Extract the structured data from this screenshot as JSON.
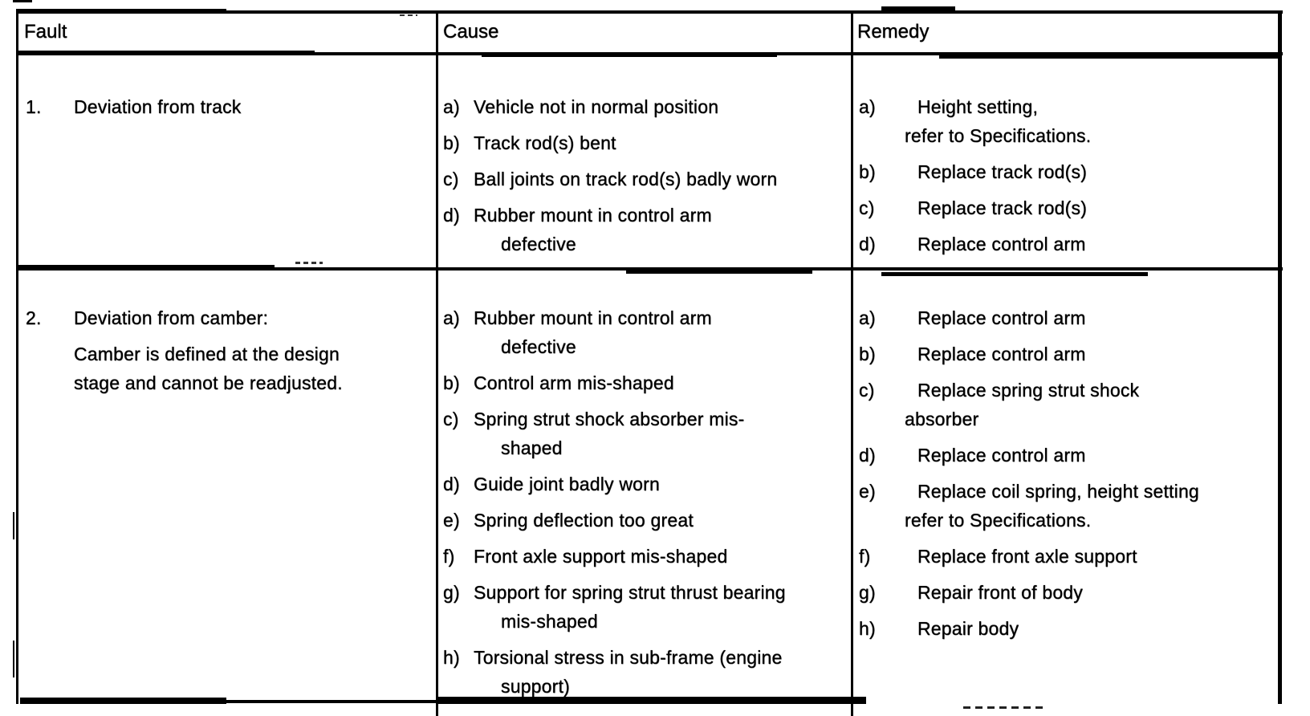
{
  "page": {
    "paper_color": "#ffffff",
    "ink_color": "#000000"
  },
  "table": {
    "headers": [
      "Fault",
      "Cause",
      "Remedy"
    ],
    "rows": [
      {
        "fault": {
          "number": "1.",
          "paragraphs": [
            [
              "Deviation from track"
            ]
          ]
        },
        "causes": [
          {
            "label": "a)",
            "lines": [
              "Vehicle not in normal position"
            ]
          },
          {
            "label": "b)",
            "lines": [
              "Track rod(s) bent"
            ]
          },
          {
            "label": "c)",
            "lines": [
              "Ball joints on track rod(s) badly worn"
            ]
          },
          {
            "label": "d)",
            "lines": [
              "Rubber mount in control arm",
              "defective"
            ]
          }
        ],
        "remedies": [
          {
            "label": "a)",
            "lines": [
              "Height setting,",
              "refer to Specifications."
            ]
          },
          {
            "label": "b)",
            "lines": [
              "Replace track rod(s)"
            ]
          },
          {
            "label": "c)",
            "lines": [
              "Replace track rod(s)"
            ]
          },
          {
            "label": "d)",
            "lines": [
              "Replace control arm"
            ]
          }
        ]
      },
      {
        "fault": {
          "number": "2.",
          "paragraphs": [
            [
              "Deviation from camber:"
            ],
            [
              "Camber is defined at the design",
              "stage and cannot be readjusted."
            ]
          ]
        },
        "causes": [
          {
            "label": "a)",
            "lines": [
              "Rubber mount in control arm",
              "defective"
            ]
          },
          {
            "label": "b)",
            "lines": [
              "Control arm mis-shaped"
            ]
          },
          {
            "label": "c)",
            "lines": [
              "Spring strut shock absorber mis-",
              "shaped"
            ]
          },
          {
            "label": "d)",
            "lines": [
              "Guide joint badly worn"
            ]
          },
          {
            "label": "e)",
            "lines": [
              "Spring deflection too great"
            ]
          },
          {
            "label": "f)",
            "lines": [
              "Front axle support mis-shaped"
            ]
          },
          {
            "label": "g)",
            "lines": [
              "Support for spring strut thrust bearing",
              "mis-shaped"
            ]
          },
          {
            "label": "h)",
            "lines": [
              "Torsional stress in sub-frame (engine",
              "support)"
            ]
          }
        ],
        "remedies": [
          {
            "label": "a)",
            "lines": [
              "Replace control arm"
            ]
          },
          {
            "label": "b)",
            "lines": [
              "Replace control arm"
            ]
          },
          {
            "label": "c)",
            "lines": [
              "Replace spring strut shock",
              "absorber"
            ]
          },
          {
            "label": "d)",
            "lines": [
              "Replace control arm"
            ]
          },
          {
            "label": "e)",
            "lines": [
              "Replace coil spring, height setting",
              "refer to Specifications."
            ]
          },
          {
            "label": "f)",
            "lines": [
              "Replace front axle support"
            ]
          },
          {
            "label": "g)",
            "lines": [
              "Repair front of body"
            ]
          },
          {
            "label": "h)",
            "lines": [
              "Repair body"
            ]
          }
        ]
      }
    ]
  }
}
